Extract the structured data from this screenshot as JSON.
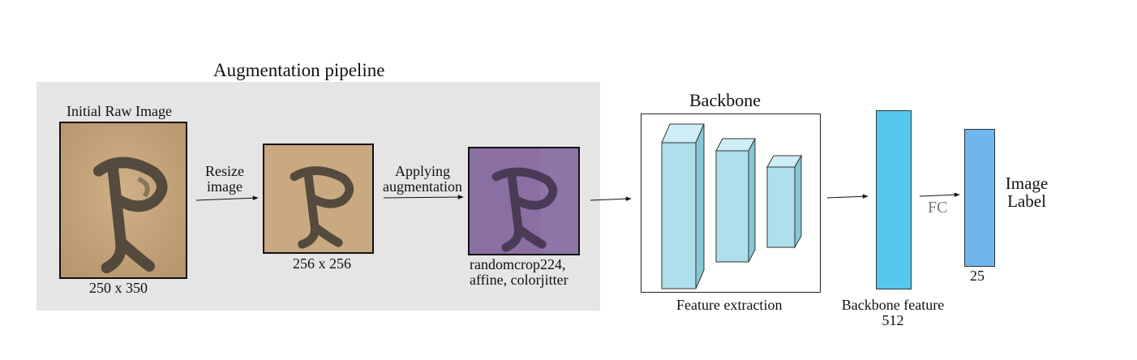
{
  "pipeline": {
    "title": "Augmentation pipeline",
    "raw_image_title": "Initial Raw Image",
    "raw_image_size": "250 x 350",
    "resize_label": [
      "Resize",
      "image"
    ],
    "resized_size": "256 x 256",
    "augment_label": [
      "Applying",
      "augmentation"
    ],
    "augmented_caption": [
      "randomcrop224,",
      "affine, colorjitter"
    ],
    "glyph": "P"
  },
  "backbone": {
    "title": "Backbone",
    "caption": "Feature extraction"
  },
  "feature": {
    "caption": [
      "Backbone feature",
      "512"
    ]
  },
  "classifier": {
    "fc_label": "FC",
    "output_size": "25",
    "output_label": [
      "Image",
      "Label"
    ]
  },
  "colors": {
    "panel_bg": "#e4e5e4",
    "parchment": "#c9a97f",
    "augmented": "#8a6fa3",
    "block_face": "#aedfec",
    "feature_bar": "#56c7ec",
    "output_bar": "#6fb6ef"
  }
}
